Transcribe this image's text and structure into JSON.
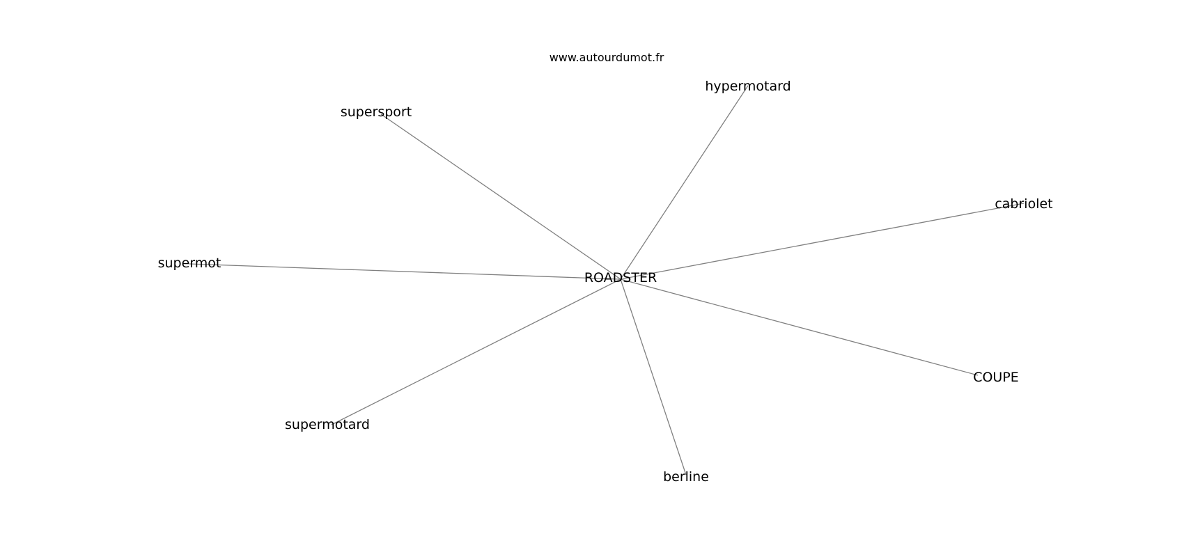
{
  "watermark": "www.autourdumot.fr",
  "graph": {
    "center": "ROADSTER",
    "neighbors": [
      "hypermotard",
      "supersport",
      "cabriolet",
      "supermot",
      "COUPE",
      "supermotard",
      "berline"
    ]
  },
  "colors": {
    "edge": "#808080",
    "text": "#000000",
    "background": "#ffffff"
  }
}
